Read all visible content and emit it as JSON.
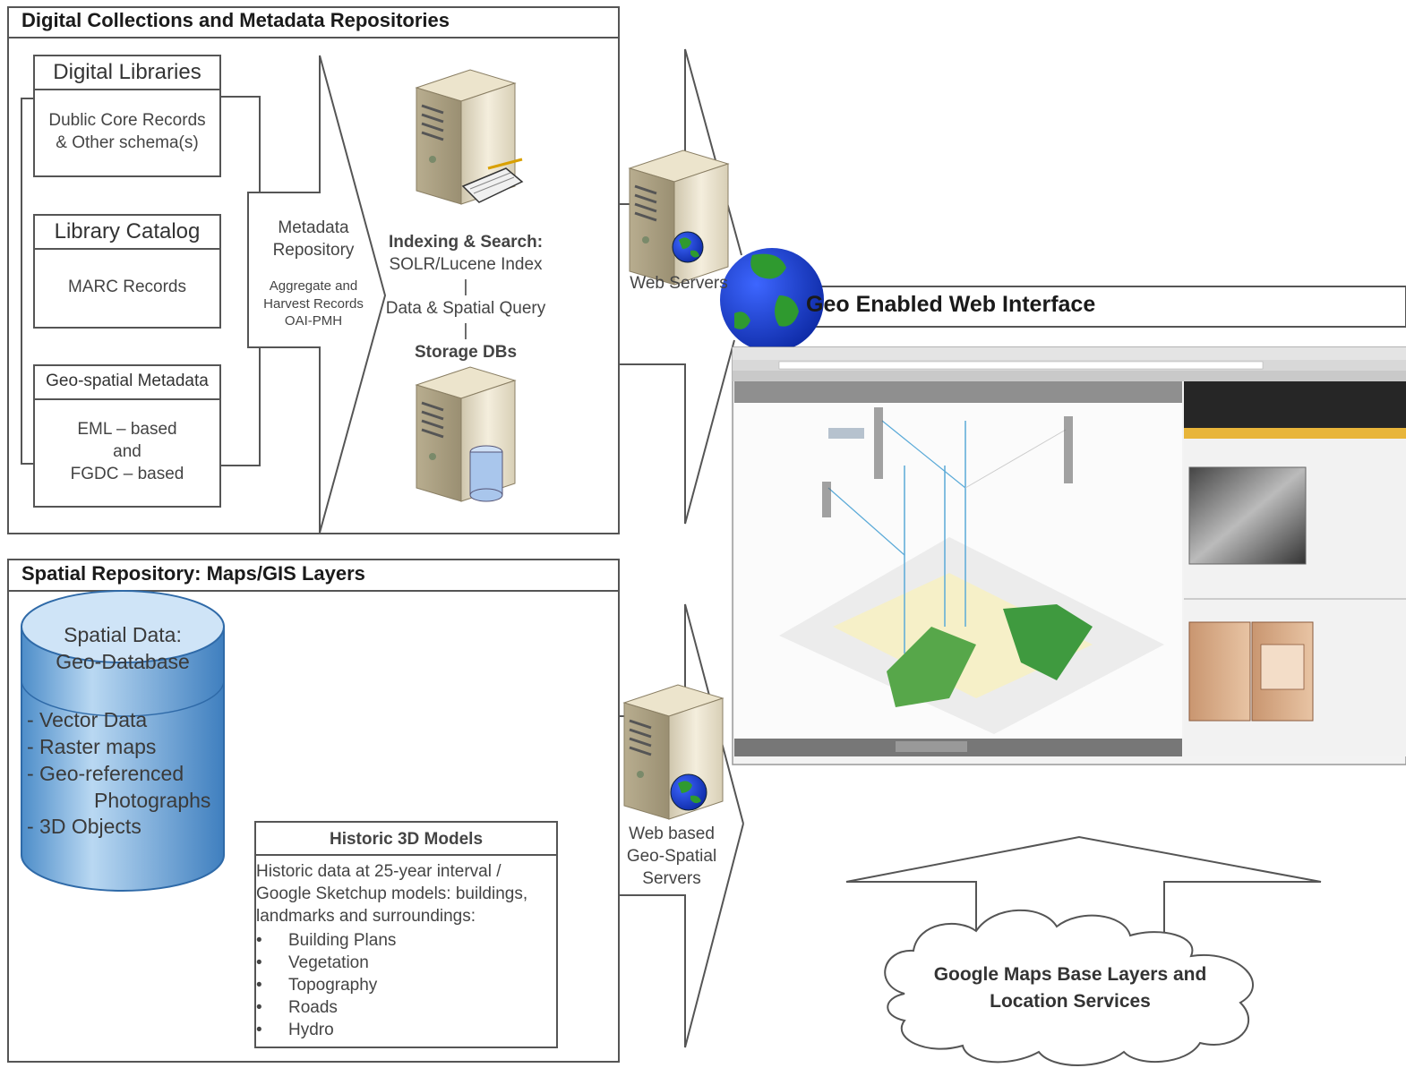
{
  "panels": {
    "top_title": "Digital Collections and Metadata Repositories",
    "bottom_title": "Spatial Repository: Maps/GIS Layers"
  },
  "sources": {
    "digital_libraries": {
      "title": "Digital Libraries",
      "body": [
        "Dublic Core Records",
        "& Other schema(s)"
      ]
    },
    "library_catalog": {
      "title": "Library Catalog",
      "body": [
        "MARC Records"
      ]
    },
    "geospatial_metadata": {
      "title": "Geo-spatial Metadata",
      "body": [
        "EML – based",
        "and",
        "FGDC – based"
      ]
    }
  },
  "metadata_repository": {
    "title_lines": [
      "Metadata",
      "Repository"
    ],
    "sub_lines": [
      "Aggregate and",
      "Harvest Records",
      "OAI-PMH"
    ]
  },
  "index_stack": {
    "heading": "Indexing & Search:",
    "line1": "SOLR/Lucene Index",
    "sep1": "|",
    "line2": "Data & Spatial Query",
    "sep2": "|",
    "storage": "Storage DBs"
  },
  "web_servers": {
    "label": "Web Servers"
  },
  "geo_servers": {
    "label_lines": [
      "Web based",
      "Geo-Spatial",
      "Servers"
    ]
  },
  "geo_web": {
    "title": "Geo Enabled Web Interface"
  },
  "spatial_db": {
    "title_lines": [
      "Spatial Data:",
      "Geo-Database"
    ],
    "items": [
      "- Vector Data",
      "- Raster maps",
      "- Geo-referenced",
      "Photographs",
      "- 3D Objects"
    ]
  },
  "historic_models": {
    "title": "Historic 3D Models",
    "desc_lines": [
      "Historic data at 25-year interval /",
      "Google Sketchup models: buildings,",
      "landmarks and surroundings:"
    ],
    "bullets": [
      "Building Plans",
      "Vegetation",
      "Topography",
      "Roads",
      "Hydro"
    ]
  },
  "cloud": {
    "lines": [
      "Google Maps Base Layers and",
      "Location Services"
    ]
  },
  "colors": {
    "server_beige": "#e8e0c8",
    "globe_blue": "#1f3fd6",
    "globe_green": "#2f9a2f",
    "cylinder_blue": "#7fb3de",
    "panel_border": "#555555"
  }
}
